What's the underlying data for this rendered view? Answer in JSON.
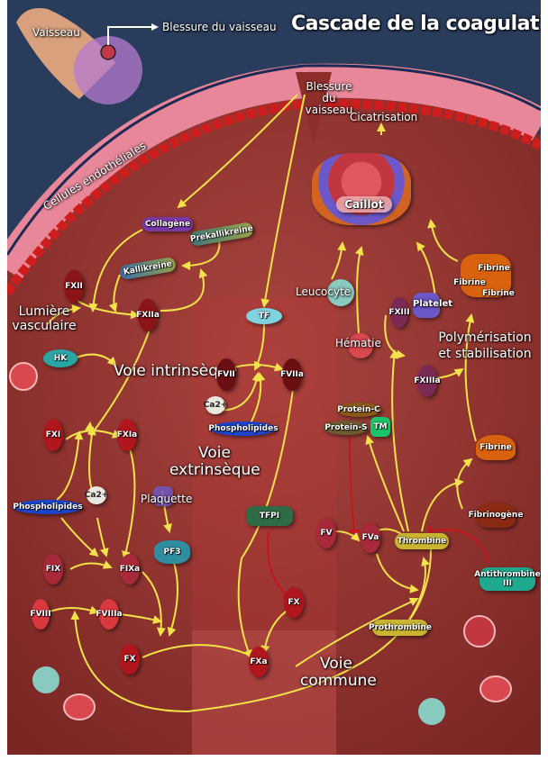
{
  "title": "Cascade de la coagulation",
  "header": {
    "vessel_label": "Vaisseau",
    "injury_callout": "Blessure du vaisseau"
  },
  "regions": {
    "injury": "Blessure du vaisseau",
    "healing": "Cicatrisation",
    "endothelial": "Cellules endothéliales",
    "lumen": "Lumière vasculaire",
    "clot": "Caillot",
    "leukocyte": "Leucocyte",
    "erythrocyte": "Hématie",
    "platelet": "Platelet",
    "platelet_fr": "Plaquette"
  },
  "pathways": {
    "intrinsic": "Voie intrinsèque",
    "extrinsic": "Voie extrinsèque",
    "common": "Voie commune",
    "polymerization": "Polymérisation et stabilisation"
  },
  "nodes": {
    "collagene": "Collagène",
    "prekallikreine": "Prekallikreine",
    "kallikreine": "Kallikreine",
    "fxii": "FXII",
    "fxiia": "FXIIa",
    "hk": "HK",
    "fxi": "FXI",
    "fxia": "FXIa",
    "ca1": "Ca2+",
    "ca2": "Ca2+",
    "phospholipides1": "Phospholipides",
    "phospholipides2": "Phospholipides",
    "fix": "FIX",
    "fixa": "FIXa",
    "pf3": "PF3",
    "fviii": "FVIII",
    "fviiia": "FVIIIa",
    "fx1": "FX",
    "fxa": "FXa",
    "tf": "TF",
    "fvii": "FVII",
    "fviia": "FVIIa",
    "tfpi": "TFPI",
    "fx2": "FX",
    "fv": "FV",
    "fva": "FVa",
    "thrombine": "Thrombine",
    "prothrombine": "Prothrombine",
    "antithrombine": "Antithrombine III",
    "protein_c": "Protein-C",
    "protein_s": "Protein-S",
    "tm": "TM",
    "fxiii": "FXIII",
    "fxiiia": "FXIIIa",
    "fibrine_main": "Fibrine",
    "fibrinogene": "Fibrinogène",
    "fibrine_a": "Fibrine",
    "fibrine_b": "Fibrine",
    "fibrine_c": "Fibrine"
  },
  "colors": {
    "background_blue": "#2a3c5c",
    "tissue_red": "#8e2e2b",
    "arrow_yellow": "#f3e24a",
    "inhibition_red": "#c4161c",
    "factor_red": "#8a1418",
    "fibrin_orange": "#d9620e"
  }
}
